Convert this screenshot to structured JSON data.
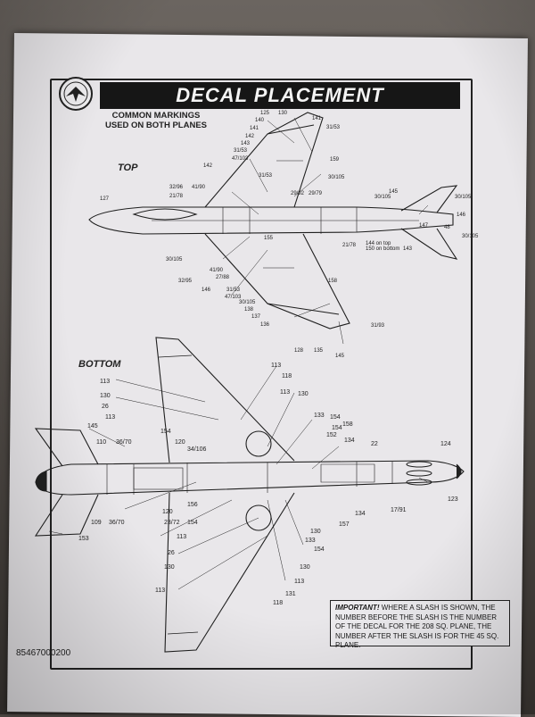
{
  "header": {
    "title": "DECAL PLACEMENT",
    "common_line1": "COMMON MARKINGS",
    "common_line2": "USED ON BOTH PLANES"
  },
  "views": {
    "top": "TOP",
    "bottom": "BOTTOM"
  },
  "top_callouts": [
    "125",
    "130",
    "140",
    "141",
    "142",
    "143",
    "31/53",
    "159",
    "47/103",
    "31/53",
    "141",
    "142",
    "30/105",
    "32/96",
    "41/90",
    "21/78",
    "127",
    "29/92",
    "29/79",
    "30/105",
    "145",
    "30/105",
    "31/53",
    "155",
    "21/78",
    "144 on top",
    "150 on bottom",
    "146",
    "143",
    "30/105",
    "147",
    "48",
    "30/105",
    "41/90",
    "27/88",
    "32/95",
    "146",
    "31/53",
    "47/103",
    "30/105",
    "158",
    "138",
    "137",
    "136",
    "31/93",
    "128",
    "135",
    "145"
  ],
  "bottom_callouts": [
    "113",
    "118",
    "113",
    "130",
    "26",
    "113",
    "113",
    "130",
    "154",
    "133",
    "154",
    "158",
    "152",
    "134",
    "22",
    "124",
    "145",
    "110",
    "36/70",
    "120",
    "34/106",
    "154",
    "17/91",
    "123",
    "120",
    "156",
    "23/72",
    "154",
    "134",
    "157",
    "109",
    "36/70",
    "153",
    "113",
    "26",
    "130",
    "113",
    "130",
    "154",
    "133",
    "113",
    "118",
    "131",
    "130"
  ],
  "note": {
    "lead": "IMPORTANT!",
    "text": " WHERE A SLASH IS SHOWN, THE NUMBER BEFORE THE SLASH IS THE NUMBER OF THE DECAL FOR THE 208 SQ. PLANE, THE NUMBER AFTER THE SLASH IS FOR THE 45 SQ. PLANE."
  },
  "footer": {
    "code": "85467000200"
  }
}
